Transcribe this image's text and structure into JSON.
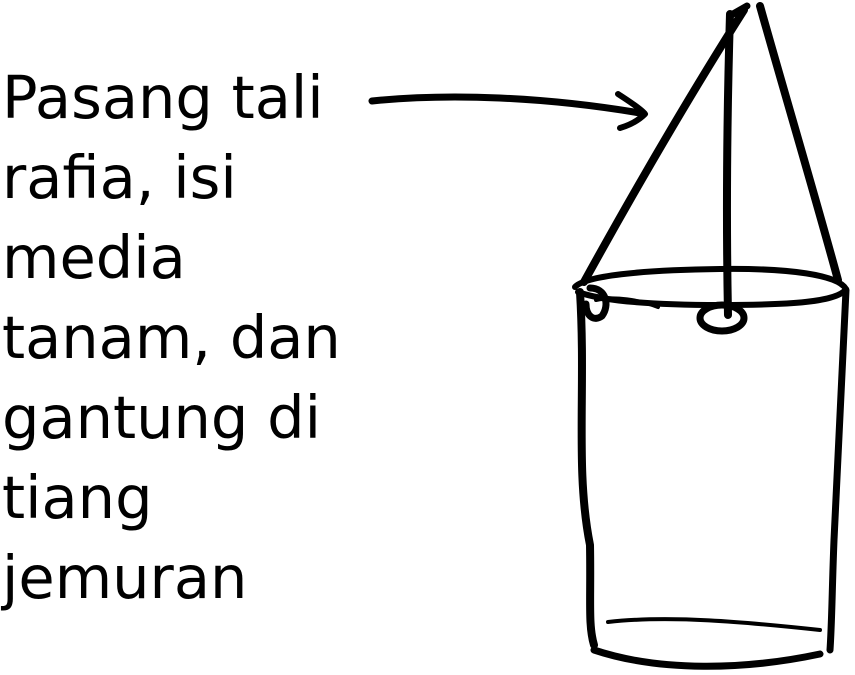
{
  "instruction": {
    "lines": [
      "Pasang tali",
      "rafia, isi",
      "media",
      "tanam, dan",
      "gantung di",
      "tiang",
      "jemuran"
    ]
  },
  "illustration": {
    "subject": "hanging-pot-icon",
    "stroke_color": "#000000",
    "background_color": "#ffffff"
  }
}
